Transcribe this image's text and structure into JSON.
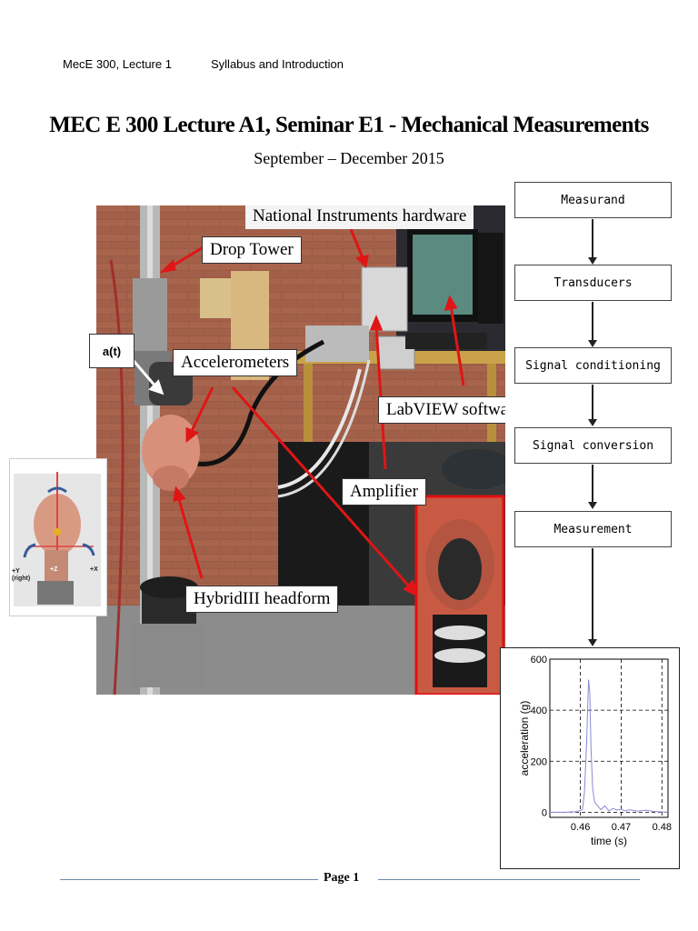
{
  "header": {
    "course": "MecE 300, Lecture 1",
    "topic": "Syllabus  and Introduction"
  },
  "title": "MEC E 300 Lecture A1, Seminar E1 - Mechanical Measurements",
  "subtitle": "September – December 2015",
  "photo": {
    "labels": {
      "ni_hardware": "National Instruments hardware",
      "drop_tower": "Drop Tower",
      "accelerometers": "Accelerometers",
      "labview": "LabVIEW software",
      "amplifier": "Amplifier",
      "headform": "HybridIII headform",
      "at": "a(t)"
    },
    "axes": {
      "plus_y": "+Y",
      "right": "(right)",
      "plus_z": "+Z",
      "plus_x": "+X"
    }
  },
  "flowchart": {
    "steps": [
      "Measurand",
      "Transducers",
      "Signal conditioning",
      "Signal conversion",
      "Measurement"
    ]
  },
  "chart_data": {
    "type": "line",
    "xlabel": "time (s)",
    "ylabel": "acceleration (g)",
    "xlim": [
      0.4525,
      0.4815
    ],
    "ylim": [
      -20,
      600
    ],
    "xticks": [
      "0.46",
      "0.47",
      "0.48"
    ],
    "yticks": [
      "0",
      "200",
      "400",
      "600"
    ],
    "grid": true,
    "series": [
      {
        "color": "#8a8ad6",
        "x": [
          0.4525,
          0.456,
          0.459,
          0.4605,
          0.461,
          0.4615,
          0.462,
          0.4623,
          0.4626,
          0.463,
          0.4635,
          0.464,
          0.465,
          0.466,
          0.467,
          0.468,
          0.469,
          0.47,
          0.471,
          0.472,
          0.474,
          0.476,
          0.478,
          0.4815
        ],
        "y": [
          0,
          0,
          2,
          10,
          80,
          260,
          520,
          470,
          250,
          90,
          40,
          30,
          10,
          25,
          5,
          15,
          8,
          12,
          5,
          10,
          4,
          8,
          3,
          0
        ]
      }
    ]
  },
  "footer": {
    "page": "Page 1"
  }
}
